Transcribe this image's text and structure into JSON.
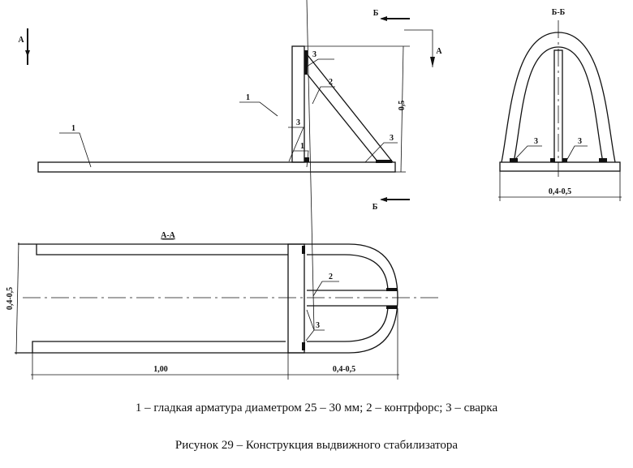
{
  "drawing": {
    "side_view": {
      "section_marks": {
        "a_left": "А",
        "a_right": "А",
        "b_top": "Б",
        "b_bottom": "Б"
      },
      "callouts": [
        "1",
        "1",
        "3",
        "2",
        "3",
        "1",
        "3"
      ],
      "height_dim": "0,5"
    },
    "section_bb": {
      "title": "Б-Б",
      "callouts": [
        "3",
        "3"
      ],
      "width_dim": "0,4-0,5"
    },
    "section_aa": {
      "title": "А-А",
      "callouts": [
        "2",
        "3"
      ],
      "width_dim": "0,4-0,5",
      "length_dim": "1,00",
      "arch_dim": "0,4-0,5"
    }
  },
  "legend": "1 – гладкая арматура диаметром 25 – 30 мм; 2 – контрфорс; 3 – сварка",
  "caption": "Рисунок 29 – Конструкция выдвижного стабилизатора"
}
